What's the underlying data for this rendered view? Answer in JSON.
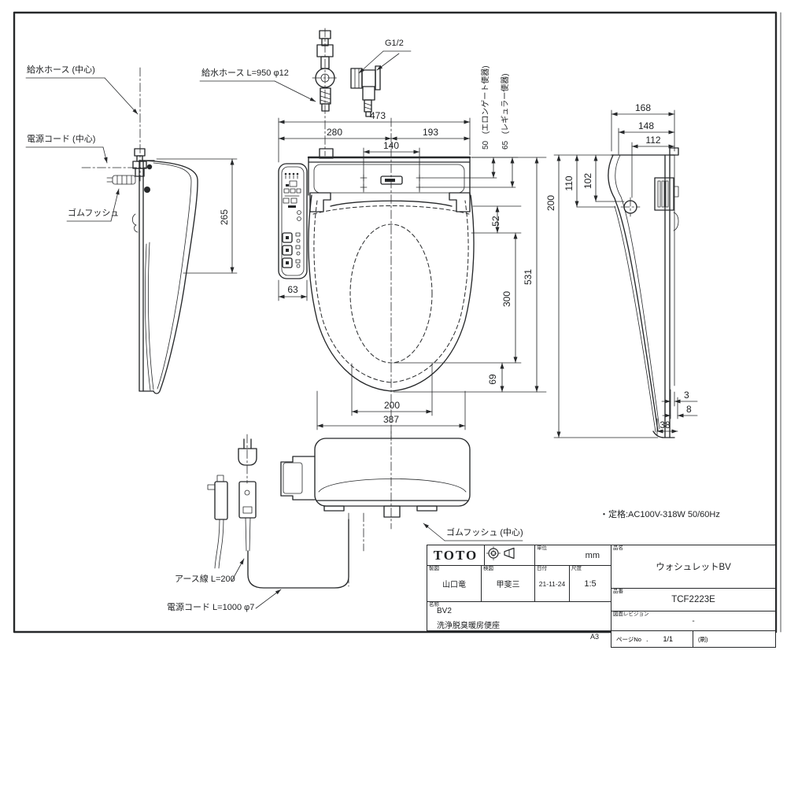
{
  "labels": {
    "supply_hose_center": "給水ホース (中心)",
    "power_cord_center": "電源コード (中心)",
    "rubber_bush": "ゴムフッシュ",
    "supply_hose_spec": "給水ホース L=950 φ12",
    "g_thread": "G1/2",
    "rubber_bush_center": "ゴムフッシュ (中心)",
    "earth_wire_spec": "アース線 L=200",
    "power_cord_spec": "電源コード L=1000 φ7",
    "rating": "・定格:AC100V-318W 50/60Hz"
  },
  "dim": {
    "plan": {
      "overall_width": "473",
      "left_of_center": "280",
      "right_of_center": "193",
      "bolt_pitch": "140",
      "offset_elongated": "50",
      "note_elongated": "(エロンゲート便器)",
      "offset_regular": "65",
      "note_regular": "(レギュラー便器)",
      "hinge_to_seat": "52",
      "opening_length": "300",
      "overall_length": "531",
      "front_lip": "69",
      "opening_width": "200",
      "seat_width": "387",
      "panel_width": "63"
    },
    "left": {
      "height": "265"
    },
    "right": {
      "depth_overall": "168",
      "depth_body": "148",
      "depth_hinge": "112",
      "height_lid": "110",
      "height_hinge": "102",
      "height_overall": "200",
      "gap_top": "3",
      "gap_mid": "8",
      "base_depth": "38"
    }
  },
  "title_block": {
    "brand": "TOTO",
    "unit_label": "単位",
    "unit_value": "mm",
    "drafter_label": "製図",
    "drafter": "山口竜",
    "checker_label": "検図",
    "checker": "甲斐三",
    "date_label": "日付",
    "date": "21-11-24",
    "scale_label": "尺度",
    "scale": "1:5",
    "name_label": "名称",
    "series": "BV2",
    "series_desc": "洗浄脱臭暖房便座",
    "product_label": "品名",
    "product": "ウォシュレットBV",
    "part_label": "品番",
    "part_number": "TCF2223E",
    "revision_label": "図面レビジョン",
    "revision": "-",
    "page_label": "ページNo",
    "page_sep": ".",
    "page_value": "1/1",
    "print_label": "(刷)",
    "format": "A3"
  }
}
